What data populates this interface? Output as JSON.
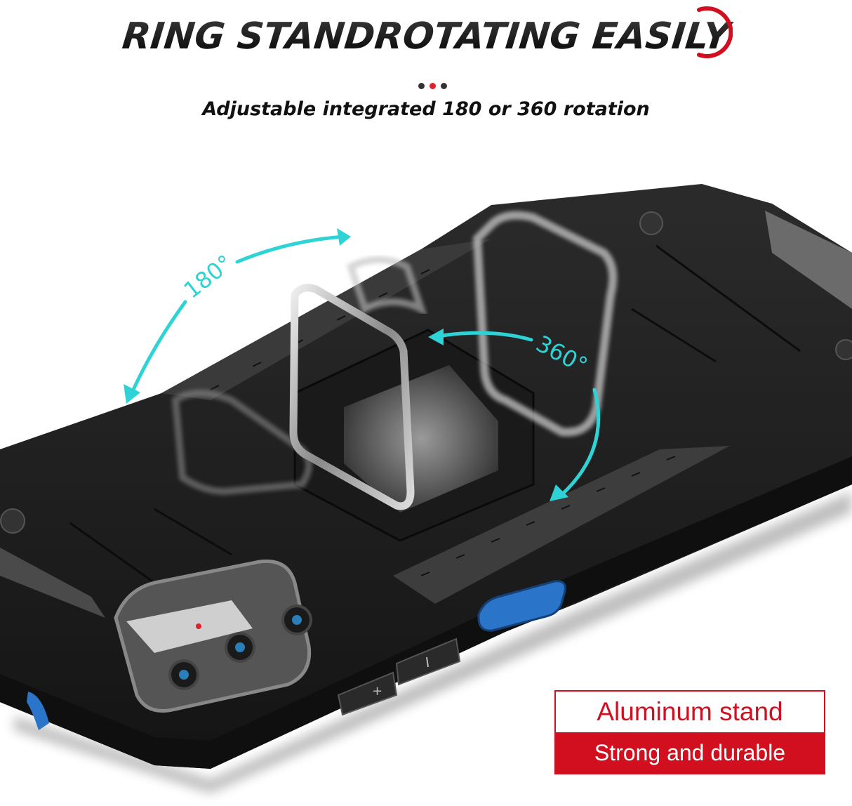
{
  "header": {
    "title": "RING STANDROTATING EASILY",
    "subtitle": "Adjustable integrated 180  or 360  rotation",
    "dots": [
      "#333333",
      "#e0202c",
      "#333333"
    ],
    "accent_arc_color": "#d10f1f"
  },
  "annotations": {
    "rotation_180_label": "180°",
    "rotation_360_label": "360°",
    "arrow_color": "#2ed3d6"
  },
  "product": {
    "description": "Black rugged phone case with square metal ring stand shown in multiple rotated positions",
    "case_color": "#1e1e1e",
    "button_accent_color": "#2a74c9",
    "volume_buttons": [
      "+",
      "−"
    ]
  },
  "feature_label": {
    "line1": "Aluminum stand",
    "line2": "Strong and durable",
    "color": "#d10f1f"
  }
}
